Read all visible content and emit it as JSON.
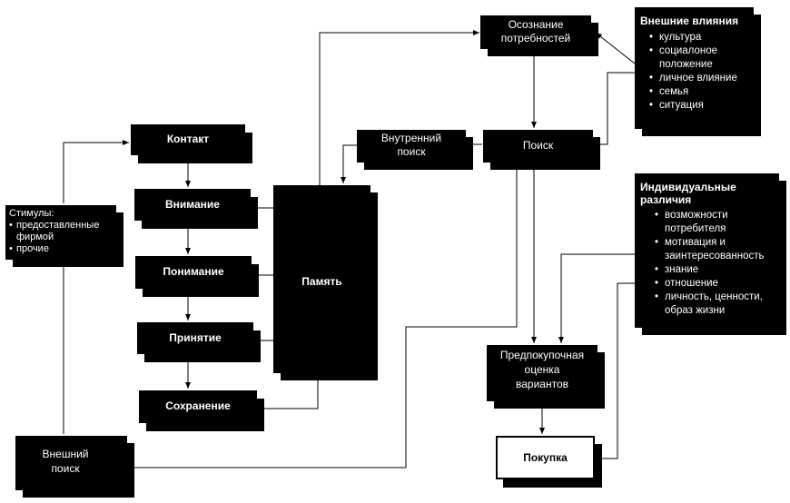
{
  "diagram": {
    "nodes": {
      "contact": "Контакт",
      "attention": "Внимание",
      "comprehension": "Понимание",
      "acceptance": "Принятие",
      "retention": "Сохранение",
      "memory": "Память",
      "need_recognition_1": "Осознание",
      "need_recognition_2": "потребностей",
      "internal_search_1": "Внутренний",
      "internal_search_2": "поиск",
      "search": "Поиск",
      "prepurchase_1": "Предпокупочная",
      "prepurchase_2": "оценка",
      "prepurchase_3": "вариантов",
      "purchase": "Покупка",
      "external_search_1": "Внешний",
      "external_search_2": "поиск",
      "stimuli": {
        "title": "Стимулы:",
        "items": [
          "предоставленные",
          "фирмой",
          "прочие"
        ]
      },
      "external_influences": {
        "title": "Внешние влияния",
        "items": [
          "культура",
          "социалоное",
          "положение",
          "личное влияние",
          "семья",
          "ситуация"
        ]
      },
      "individual_differences": {
        "title_1": "Индивидуальные",
        "title_2": "различия",
        "items": [
          "возможности",
          "потребителя",
          "мотивация и",
          "заинтересованность",
          "знание",
          "отношение",
          "личность, ценности,",
          "образ жизни"
        ]
      }
    }
  }
}
